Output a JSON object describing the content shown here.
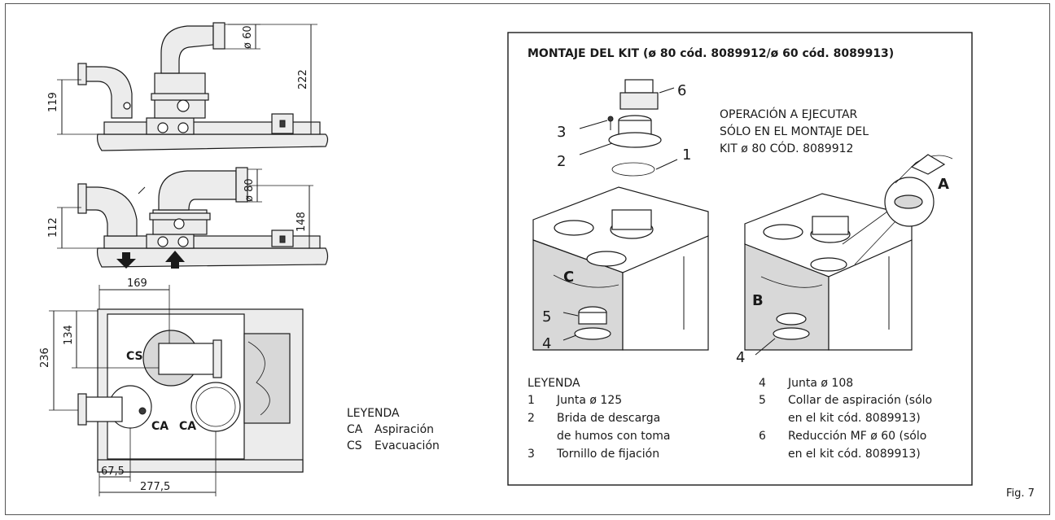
{
  "top_view": {
    "dim_119": "119",
    "dim_222": "222",
    "dim_dia60": "ø 60"
  },
  "middle_view": {
    "dim_112": "112",
    "dim_148": "148",
    "dim_dia80": "ø 80"
  },
  "plan_view": {
    "dim_169": "169",
    "dim_134": "134",
    "dim_236": "236",
    "dim_67_5": "67,5",
    "dim_277_5": "277,5",
    "label_cs": "CS",
    "label_ca1": "CA",
    "label_ca2": "CA"
  },
  "left_legend": {
    "title": "LEYENDA",
    "items": [
      {
        "code": "CA",
        "text": "Aspiración"
      },
      {
        "code": "CS",
        "text": "Evacuación"
      }
    ]
  },
  "kit_box": {
    "title": "MONTAJE DEL KIT (ø 80 cód. 8089912/ø 60 cód. 8089913)",
    "note_lines": [
      "OPERACIÓN A EJECUTAR",
      "SÓLO EN EL MONTAJE DEL",
      "KIT ø 80 CÓD. 8089912"
    ],
    "callouts": {
      "n1": "1",
      "n2": "2",
      "n3": "3",
      "n4a": "4",
      "n4b": "4",
      "n5": "5",
      "n6": "6",
      "A": "A",
      "B": "B",
      "C": "C"
    },
    "legend_title": "LEYENDA",
    "legend_left": [
      {
        "num": "1",
        "line1": "Junta ø 125",
        "line2": ""
      },
      {
        "num": "2",
        "line1": "Brida de descarga",
        "line2": "de humos con toma"
      },
      {
        "num": "3",
        "line1": "Tornillo de fijación",
        "line2": ""
      }
    ],
    "legend_right": [
      {
        "num": "4",
        "line1": "Junta ø 108",
        "line2": ""
      },
      {
        "num": "5",
        "line1": "Collar de aspiración (sólo",
        "line2": "en el kit cód. 8089913)"
      },
      {
        "num": "6",
        "line1": "Reducción MF ø 60 (sólo",
        "line2": "en el kit cód. 8089913)"
      }
    ]
  },
  "figure_label": "Fig. 7"
}
